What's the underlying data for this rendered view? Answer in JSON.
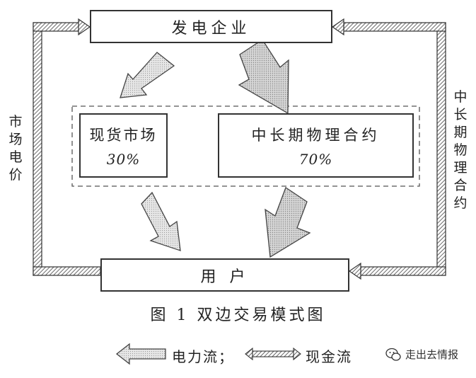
{
  "nodes": {
    "generator": "发电企业",
    "spot_market": {
      "name": "现货市场",
      "share": "30%"
    },
    "long_term_contract": {
      "name": "中长期物理合约",
      "share": "70%"
    },
    "user": "用 户"
  },
  "side_labels": {
    "left": "市场电价",
    "right": "中长期物理合约"
  },
  "caption": "图 1  双边交易模式图",
  "legend": {
    "power_flow": "电力流；",
    "cash_flow": "现金流"
  },
  "brand": "走出去情报"
}
